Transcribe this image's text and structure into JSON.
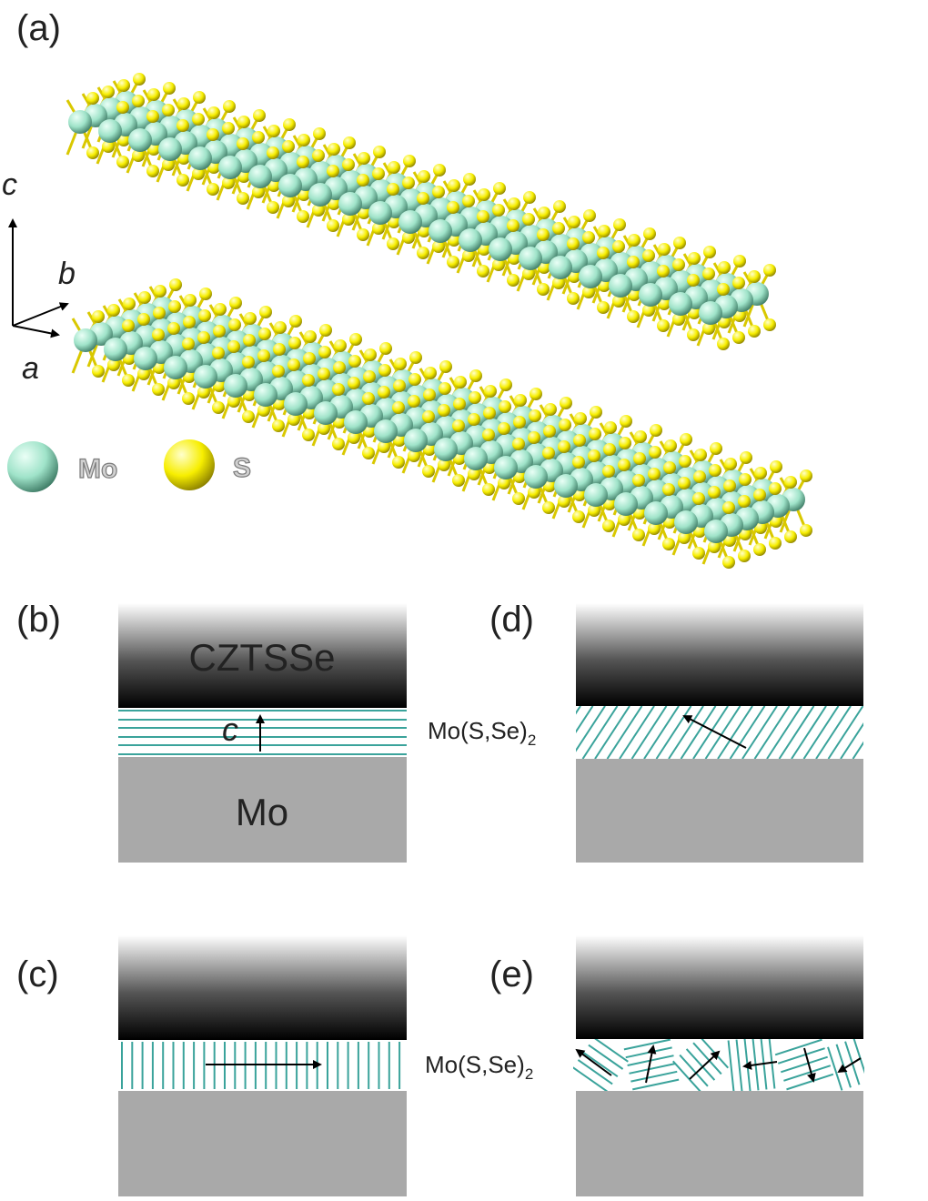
{
  "panel_a": {
    "label": "(a)",
    "axes": {
      "c": "c",
      "b": "b",
      "a": "a"
    },
    "legend": [
      {
        "text": "Mo",
        "color": "#9fe3c9"
      },
      {
        "text": "S",
        "color": "#f7ee00"
      }
    ],
    "bond_color": "#d9c800"
  },
  "panel_b": {
    "label": "(b)",
    "top_text": "CZTSSe",
    "axis_text": "c",
    "bottom_text": "Mo"
  },
  "panel_c": {
    "label": "(c)"
  },
  "panel_d": {
    "label": "(d)"
  },
  "panel_e": {
    "label": "(e)"
  },
  "layer_label_1": {
    "main": "Mo(S,Se)",
    "sub": "2"
  },
  "layer_label_2": {
    "main": "Mo(S,Se)",
    "sub": "2"
  },
  "colors": {
    "teal": "#3aa39b",
    "substrate": "#a9a9a9",
    "absorber_top": "#ffffff",
    "absorber_bottom": "#000000"
  }
}
